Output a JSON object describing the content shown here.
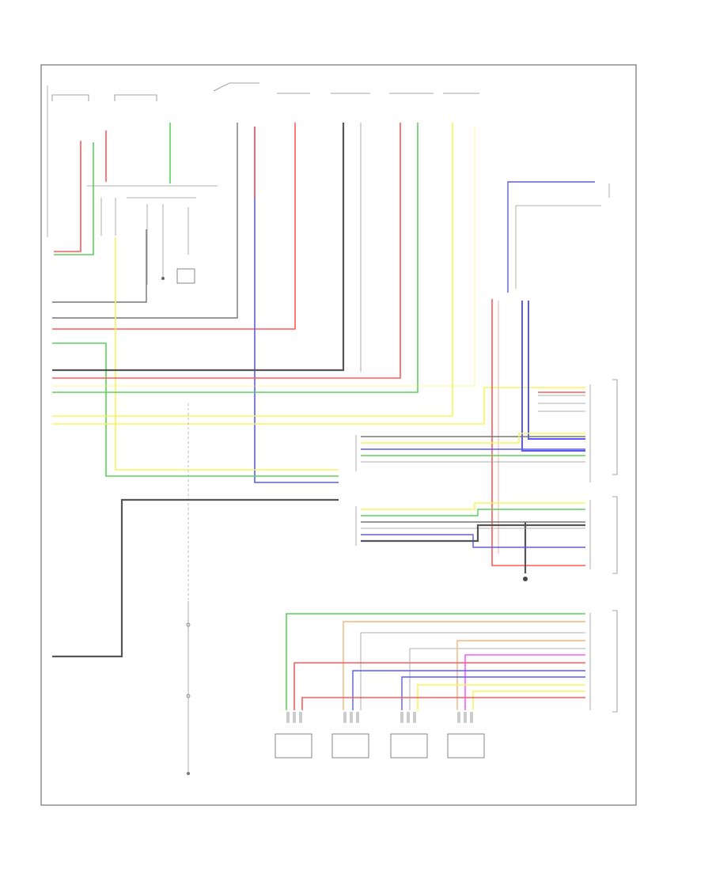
{
  "diagram": {
    "footer_title": "",
    "corner_code": "",
    "colors": {
      "red": "#ff5a5a",
      "green": "#5ad25a",
      "yellow": "#f5f55a",
      "blue": "#5a5aff",
      "gray": "#777777",
      "black": "#444444",
      "magenta": "#ff5aff",
      "orange": "#f5b478",
      "pink": "#ffaaaa"
    },
    "components": [
      {
        "id": "fl-sensor",
        "label": ""
      },
      {
        "id": "fr-sensor",
        "label": ""
      },
      {
        "id": "rl-sensor",
        "label": ""
      },
      {
        "id": "rr-sensor",
        "label": ""
      }
    ]
  }
}
